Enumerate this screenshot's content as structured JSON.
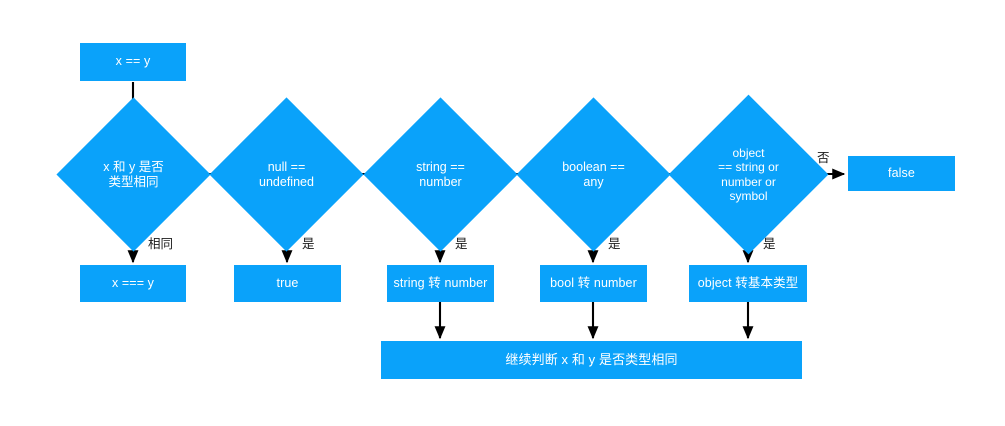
{
  "diagram": {
    "title": "JavaScript == loose equality comparison flowchart",
    "accent_color": "#0aa2fa",
    "text_color": "#ffffff",
    "label_color": "#1a1a1a",
    "arrow_color": "#000000",
    "background": "#ffffff"
  },
  "start": {
    "label": "x == y"
  },
  "decisions": [
    {
      "id": "type-same",
      "label": "x 和 y 是否\n类型相同"
    },
    {
      "id": "null-undefined",
      "label": "null ==\nundefined"
    },
    {
      "id": "string-number",
      "label": "string ==\nnumber"
    },
    {
      "id": "boolean-any",
      "label": "boolean ==\nany"
    },
    {
      "id": "object-prim",
      "label": "object\n== string or\nnumber or\nsymbol"
    }
  ],
  "branch_labels": {
    "type_same": "相同",
    "null_undefined": "是",
    "string_number": "是",
    "boolean_any": "是",
    "object_prim": "是",
    "object_no": "否"
  },
  "results": [
    {
      "id": "strict-equal",
      "label": "x === y"
    },
    {
      "id": "true-result",
      "label": "true"
    },
    {
      "id": "string-to-num",
      "label": "string 转 number"
    },
    {
      "id": "bool-to-num",
      "label": "bool 转 number"
    },
    {
      "id": "object-to-prim",
      "label": "object 转基本类型"
    }
  ],
  "false_result": {
    "label": "false"
  },
  "loop_back": {
    "label": "继续判断 x 和 y 是否类型相同"
  }
}
